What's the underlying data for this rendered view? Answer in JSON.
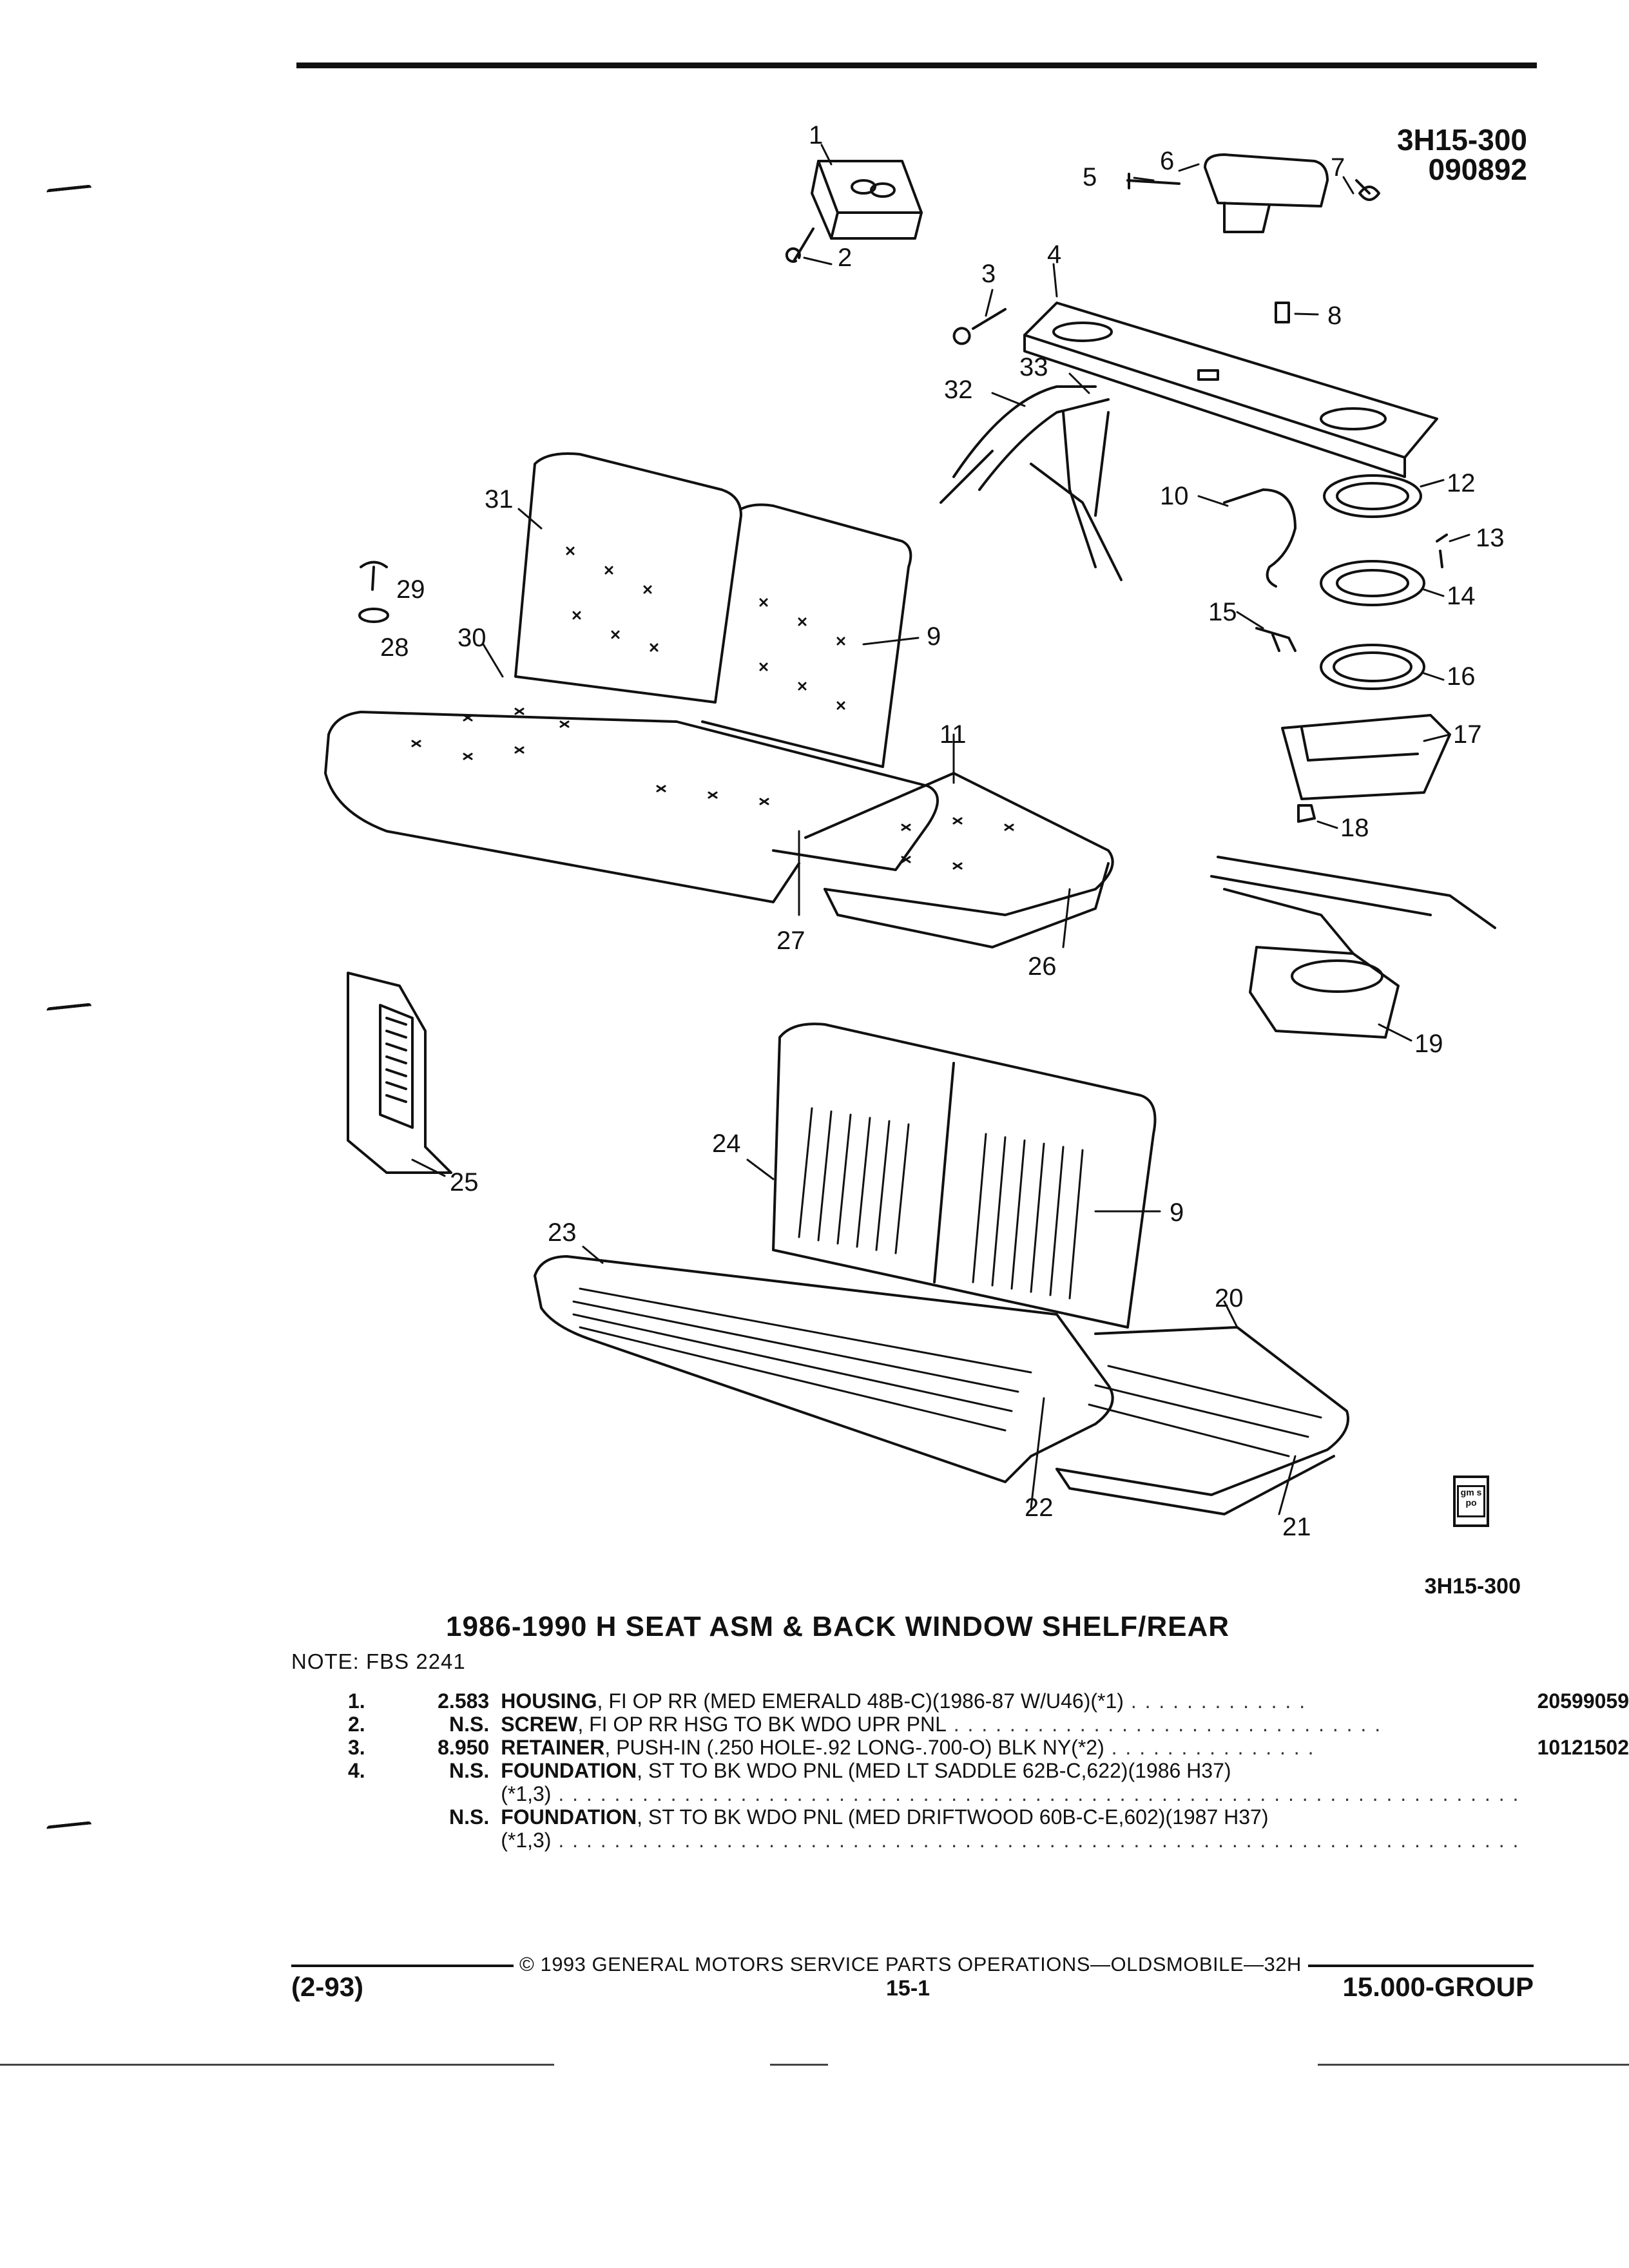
{
  "header": {
    "figure_code": "3H15-300",
    "figure_date": "090892",
    "figure_code_bottom": "3H15-300"
  },
  "diagram": {
    "callouts": [
      "1",
      "2",
      "3",
      "4",
      "5",
      "6",
      "7",
      "8",
      "9",
      "10",
      "11",
      "12",
      "13",
      "14",
      "15",
      "16",
      "17",
      "18",
      "19",
      "20",
      "21",
      "22",
      "23",
      "24",
      "25",
      "26",
      "27",
      "28",
      "29",
      "30",
      "31",
      "32",
      "33",
      "9"
    ],
    "logo_text": "gm spo"
  },
  "title": "1986-1990 H SEAT ASM & BACK WINDOW SHELF/REAR",
  "note": "NOTE:  FBS 2241",
  "parts": [
    {
      "item": "1.",
      "qty": "2.583",
      "name": "HOUSING",
      "desc": ", FI OP RR (MED EMERALD 48B-C)(1986-87 W/U46)(*1)",
      "leader": " . . . . . . . . . . . . .",
      "part_no": "20599059"
    },
    {
      "item": "2.",
      "qty": "N.S.",
      "name": "SCREW",
      "desc": ", FI OP RR HSG TO BK WDO UPR PNL",
      "leader": " . . . . . . . . . . . . . . . . . . . . . . . . . . . . . . .",
      "part_no": ""
    },
    {
      "item": "3.",
      "qty": "8.950",
      "name": "RETAINER",
      "desc": ", PUSH-IN (.250 HOLE-.92 LONG-.700-O) BLK NY(*2)",
      "leader": " . . . . . . . . . . . . . . .",
      "part_no": "10121502"
    },
    {
      "item": "4.",
      "qty": "N.S.",
      "name": "FOUNDATION",
      "desc": ", ST TO BK WDO PNL (MED LT SADDLE 62B-C,622)(1986 H37)",
      "leader": "",
      "part_no": ""
    },
    {
      "item": "",
      "qty": "",
      "name": "",
      "desc": "(*1,3)",
      "leader": " . . . . . . . . . . . . . . . . . . . . . . . . . . . . . . . . . . . . . . . . . . . . . . . . . . . . . . . . . . . . . . . . . . . . .",
      "part_no": ""
    },
    {
      "item": "",
      "qty": "N.S.",
      "name": "FOUNDATION",
      "desc": ", ST TO BK WDO PNL (MED DRIFTWOOD 60B-C-E,602)(1987 H37)",
      "leader": "",
      "part_no": ""
    },
    {
      "item": "",
      "qty": "",
      "name": "",
      "desc": "(*1,3)",
      "leader": " . . . . . . . . . . . . . . . . . . . . . . . . . . . . . . . . . . . . . . . . . . . . . . . . . . . . . . . . . . . . . . . . . . . . .",
      "part_no": ""
    }
  ],
  "footer": {
    "copyright": "©  1993  GENERAL MOTORS SERVICE PARTS OPERATIONS—OLDSMOBILE—32H",
    "date": "(2-93)",
    "page": "15-1",
    "group": "15.000-GROUP"
  }
}
